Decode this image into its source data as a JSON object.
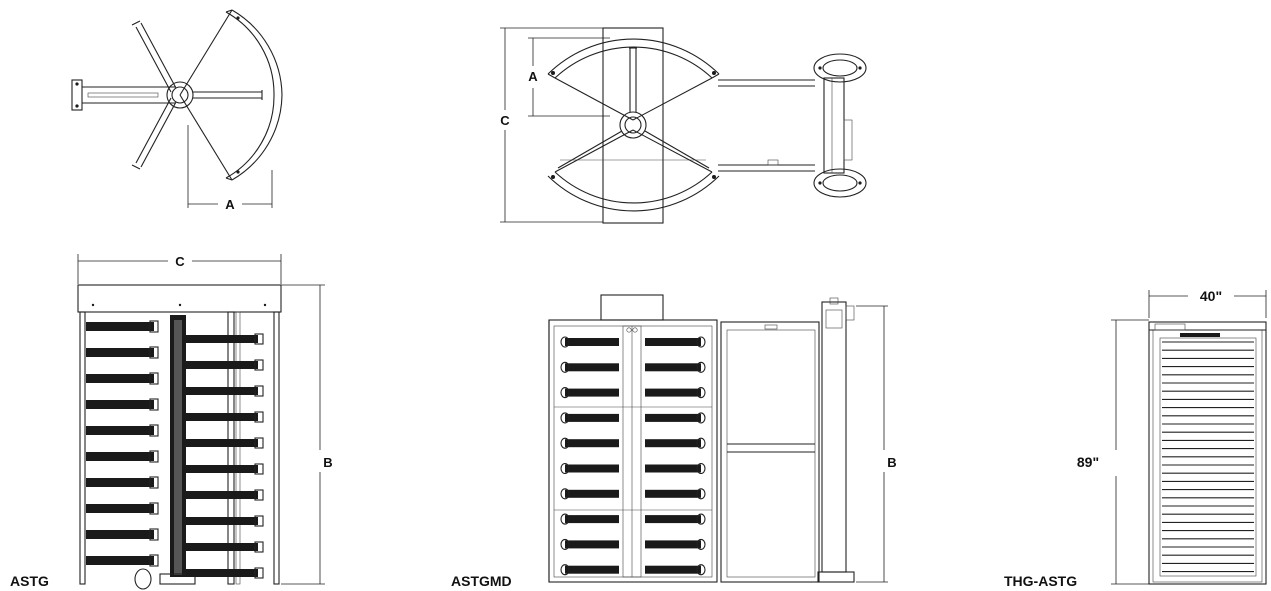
{
  "labels": {
    "top1_a": "A",
    "top2_a": "A",
    "top2_c": "C",
    "front1_c": "C",
    "front1_b": "B",
    "front2_b": "B",
    "front3_width": "40\"",
    "front3_height": "89\"",
    "model1": "ASTG",
    "model2": "ASTGMD",
    "model3": "THG-ASTG"
  },
  "colors": {
    "line": "#222222",
    "bar": "#1a1a1a"
  }
}
